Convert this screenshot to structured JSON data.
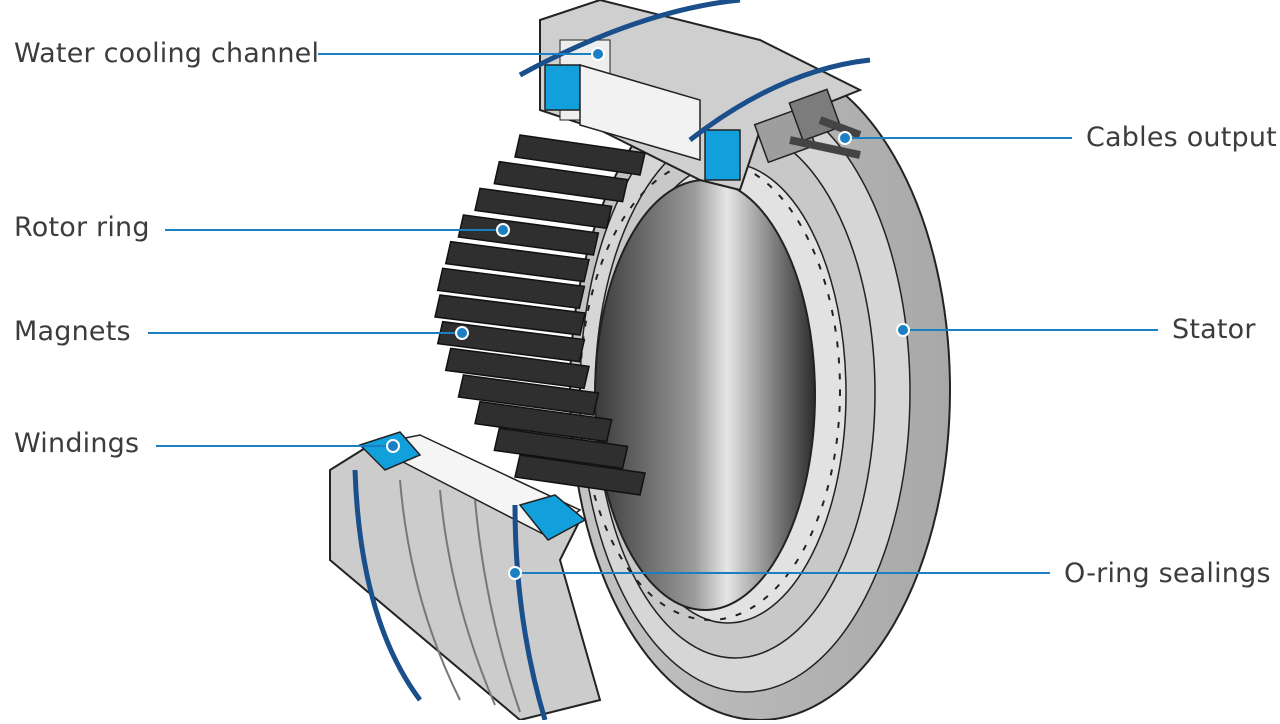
{
  "diagram": {
    "colors": {
      "leader": "#1b7fc4",
      "accent_blue": "#12a0dc",
      "steel_light": "#d9d9d9",
      "steel_mid": "#bdbdbd",
      "steel_dark": "#8e8e8e",
      "magnet": "#2f2f2f",
      "outline": "#222222",
      "oring": "#1a4f8c"
    },
    "callouts": [
      {
        "id": "water-cooling-channel",
        "text": "Water cooling channel",
        "side": "left"
      },
      {
        "id": "rotor-ring",
        "text": "Rotor ring",
        "side": "left"
      },
      {
        "id": "magnets",
        "text": "Magnets",
        "side": "left"
      },
      {
        "id": "windings",
        "text": "Windings",
        "side": "left"
      },
      {
        "id": "cables-output",
        "text": "Cables output",
        "side": "right"
      },
      {
        "id": "stator",
        "text": "Stator",
        "side": "right"
      },
      {
        "id": "o-ring-sealings",
        "text": "O-ring sealings",
        "side": "right"
      }
    ]
  }
}
